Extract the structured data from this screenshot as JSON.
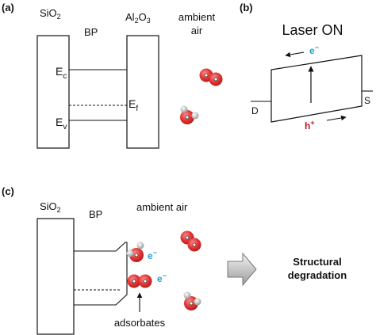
{
  "panel_a": {
    "label": "(a)",
    "sio2": {
      "base": "SiO",
      "sub": "2"
    },
    "bp": "BP",
    "al2o3": {
      "a": "Al",
      "sub1": "2",
      "b": "O",
      "sub2": "3"
    },
    "ambient_line1": "ambient",
    "ambient_line2": "air",
    "ec": {
      "base": "E",
      "sub": "c"
    },
    "ev": {
      "base": "E",
      "sub": "v"
    },
    "ef": {
      "base": "E",
      "sub": "f"
    }
  },
  "panel_b": {
    "label": "(b)",
    "title": "Laser ON",
    "electron": {
      "base": "e",
      "sup": "−"
    },
    "hole": {
      "base": "h",
      "sup": "+"
    },
    "drain": "D",
    "source": "S"
  },
  "panel_c": {
    "label": "(c)",
    "sio2": {
      "base": "SiO",
      "sub": "2"
    },
    "bp": "BP",
    "ambient": "ambient air",
    "electron": {
      "base": "e",
      "sup": "−"
    },
    "adsorbates": "adsorbates",
    "result_line1": "Structural",
    "result_line2": "degradation"
  },
  "colors": {
    "oxygen": "#d8262c",
    "hydrogen": "#b9b9b9",
    "electron_label": "#1aa0d8",
    "hole_label": "#c0141c"
  }
}
